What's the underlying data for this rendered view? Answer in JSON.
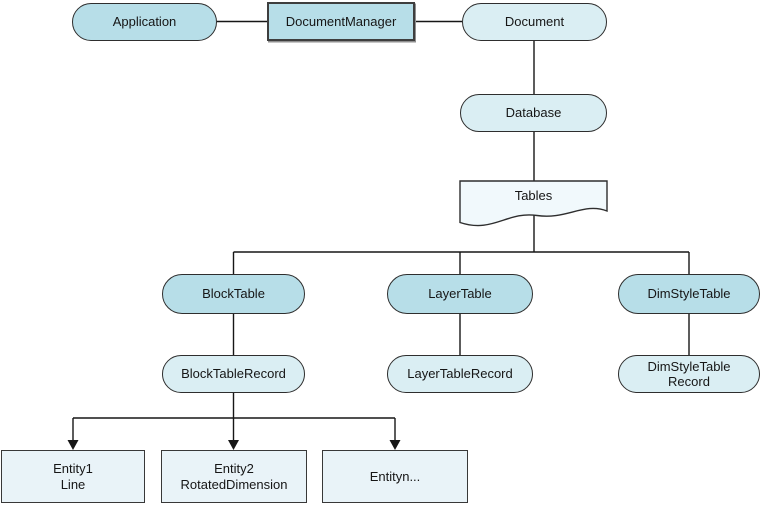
{
  "diagram": {
    "type": "hierarchy",
    "background": "#ffffff",
    "colors": {
      "node_fill_medium": "#b7dee8",
      "node_fill_light": "#daeef3",
      "node_fill_pale": "#e9f3f8",
      "tables_fill": "#f1f9fc",
      "node_border": "#2e2e2e",
      "connector": "#161616",
      "text": "#161616"
    },
    "nodes": {
      "application": {
        "label": "Application",
        "shape": "stadium",
        "tone": "medium"
      },
      "document_manager": {
        "label": "DocumentManager",
        "shape": "rectangle",
        "tone": "medium"
      },
      "document": {
        "label": "Document",
        "shape": "stadium",
        "tone": "light"
      },
      "database": {
        "label": "Database",
        "shape": "stadium",
        "tone": "light"
      },
      "tables": {
        "label": "Tables",
        "shape": "document",
        "tone": "pale"
      },
      "block_table": {
        "label": "BlockTable",
        "shape": "stadium",
        "tone": "medium"
      },
      "layer_table": {
        "label": "LayerTable",
        "shape": "stadium",
        "tone": "medium"
      },
      "dim_style_table": {
        "label": "DimStyleTable",
        "shape": "stadium",
        "tone": "medium"
      },
      "block_table_record": {
        "label": "BlockTableRecord",
        "shape": "stadium",
        "tone": "light"
      },
      "layer_table_record": {
        "label": "LayerTableRecord",
        "shape": "stadium",
        "tone": "light"
      },
      "dim_style_table_record": {
        "label": "DimStyleTable\nRecord",
        "shape": "stadium",
        "tone": "light"
      },
      "entity1": {
        "label": "Entity1\nLine",
        "shape": "rectangle",
        "tone": "pale"
      },
      "entity2": {
        "label": "Entity2\nRotatedDimension",
        "shape": "rectangle",
        "tone": "pale"
      },
      "entityn": {
        "label": "Entityn...",
        "shape": "rectangle",
        "tone": "pale"
      }
    },
    "edges": [
      {
        "from": "Application",
        "to": "DocumentManager",
        "arrow": false
      },
      {
        "from": "DocumentManager",
        "to": "Document",
        "arrow": false
      },
      {
        "from": "Document",
        "to": "Database",
        "arrow": false
      },
      {
        "from": "Database",
        "to": "Tables",
        "arrow": false
      },
      {
        "from": "Tables",
        "to": "BlockTable",
        "arrow": false
      },
      {
        "from": "Tables",
        "to": "LayerTable",
        "arrow": false
      },
      {
        "from": "Tables",
        "to": "DimStyleTable",
        "arrow": false
      },
      {
        "from": "BlockTable",
        "to": "BlockTableRecord",
        "arrow": false
      },
      {
        "from": "LayerTable",
        "to": "LayerTableRecord",
        "arrow": false
      },
      {
        "from": "DimStyleTable",
        "to": "DimStyleTable Record",
        "arrow": false
      },
      {
        "from": "BlockTableRecord",
        "to": "Entity1 Line",
        "arrow": true
      },
      {
        "from": "BlockTableRecord",
        "to": "Entity2 RotatedDimension",
        "arrow": true
      },
      {
        "from": "BlockTableRecord",
        "to": "Entityn...",
        "arrow": true
      }
    ]
  }
}
